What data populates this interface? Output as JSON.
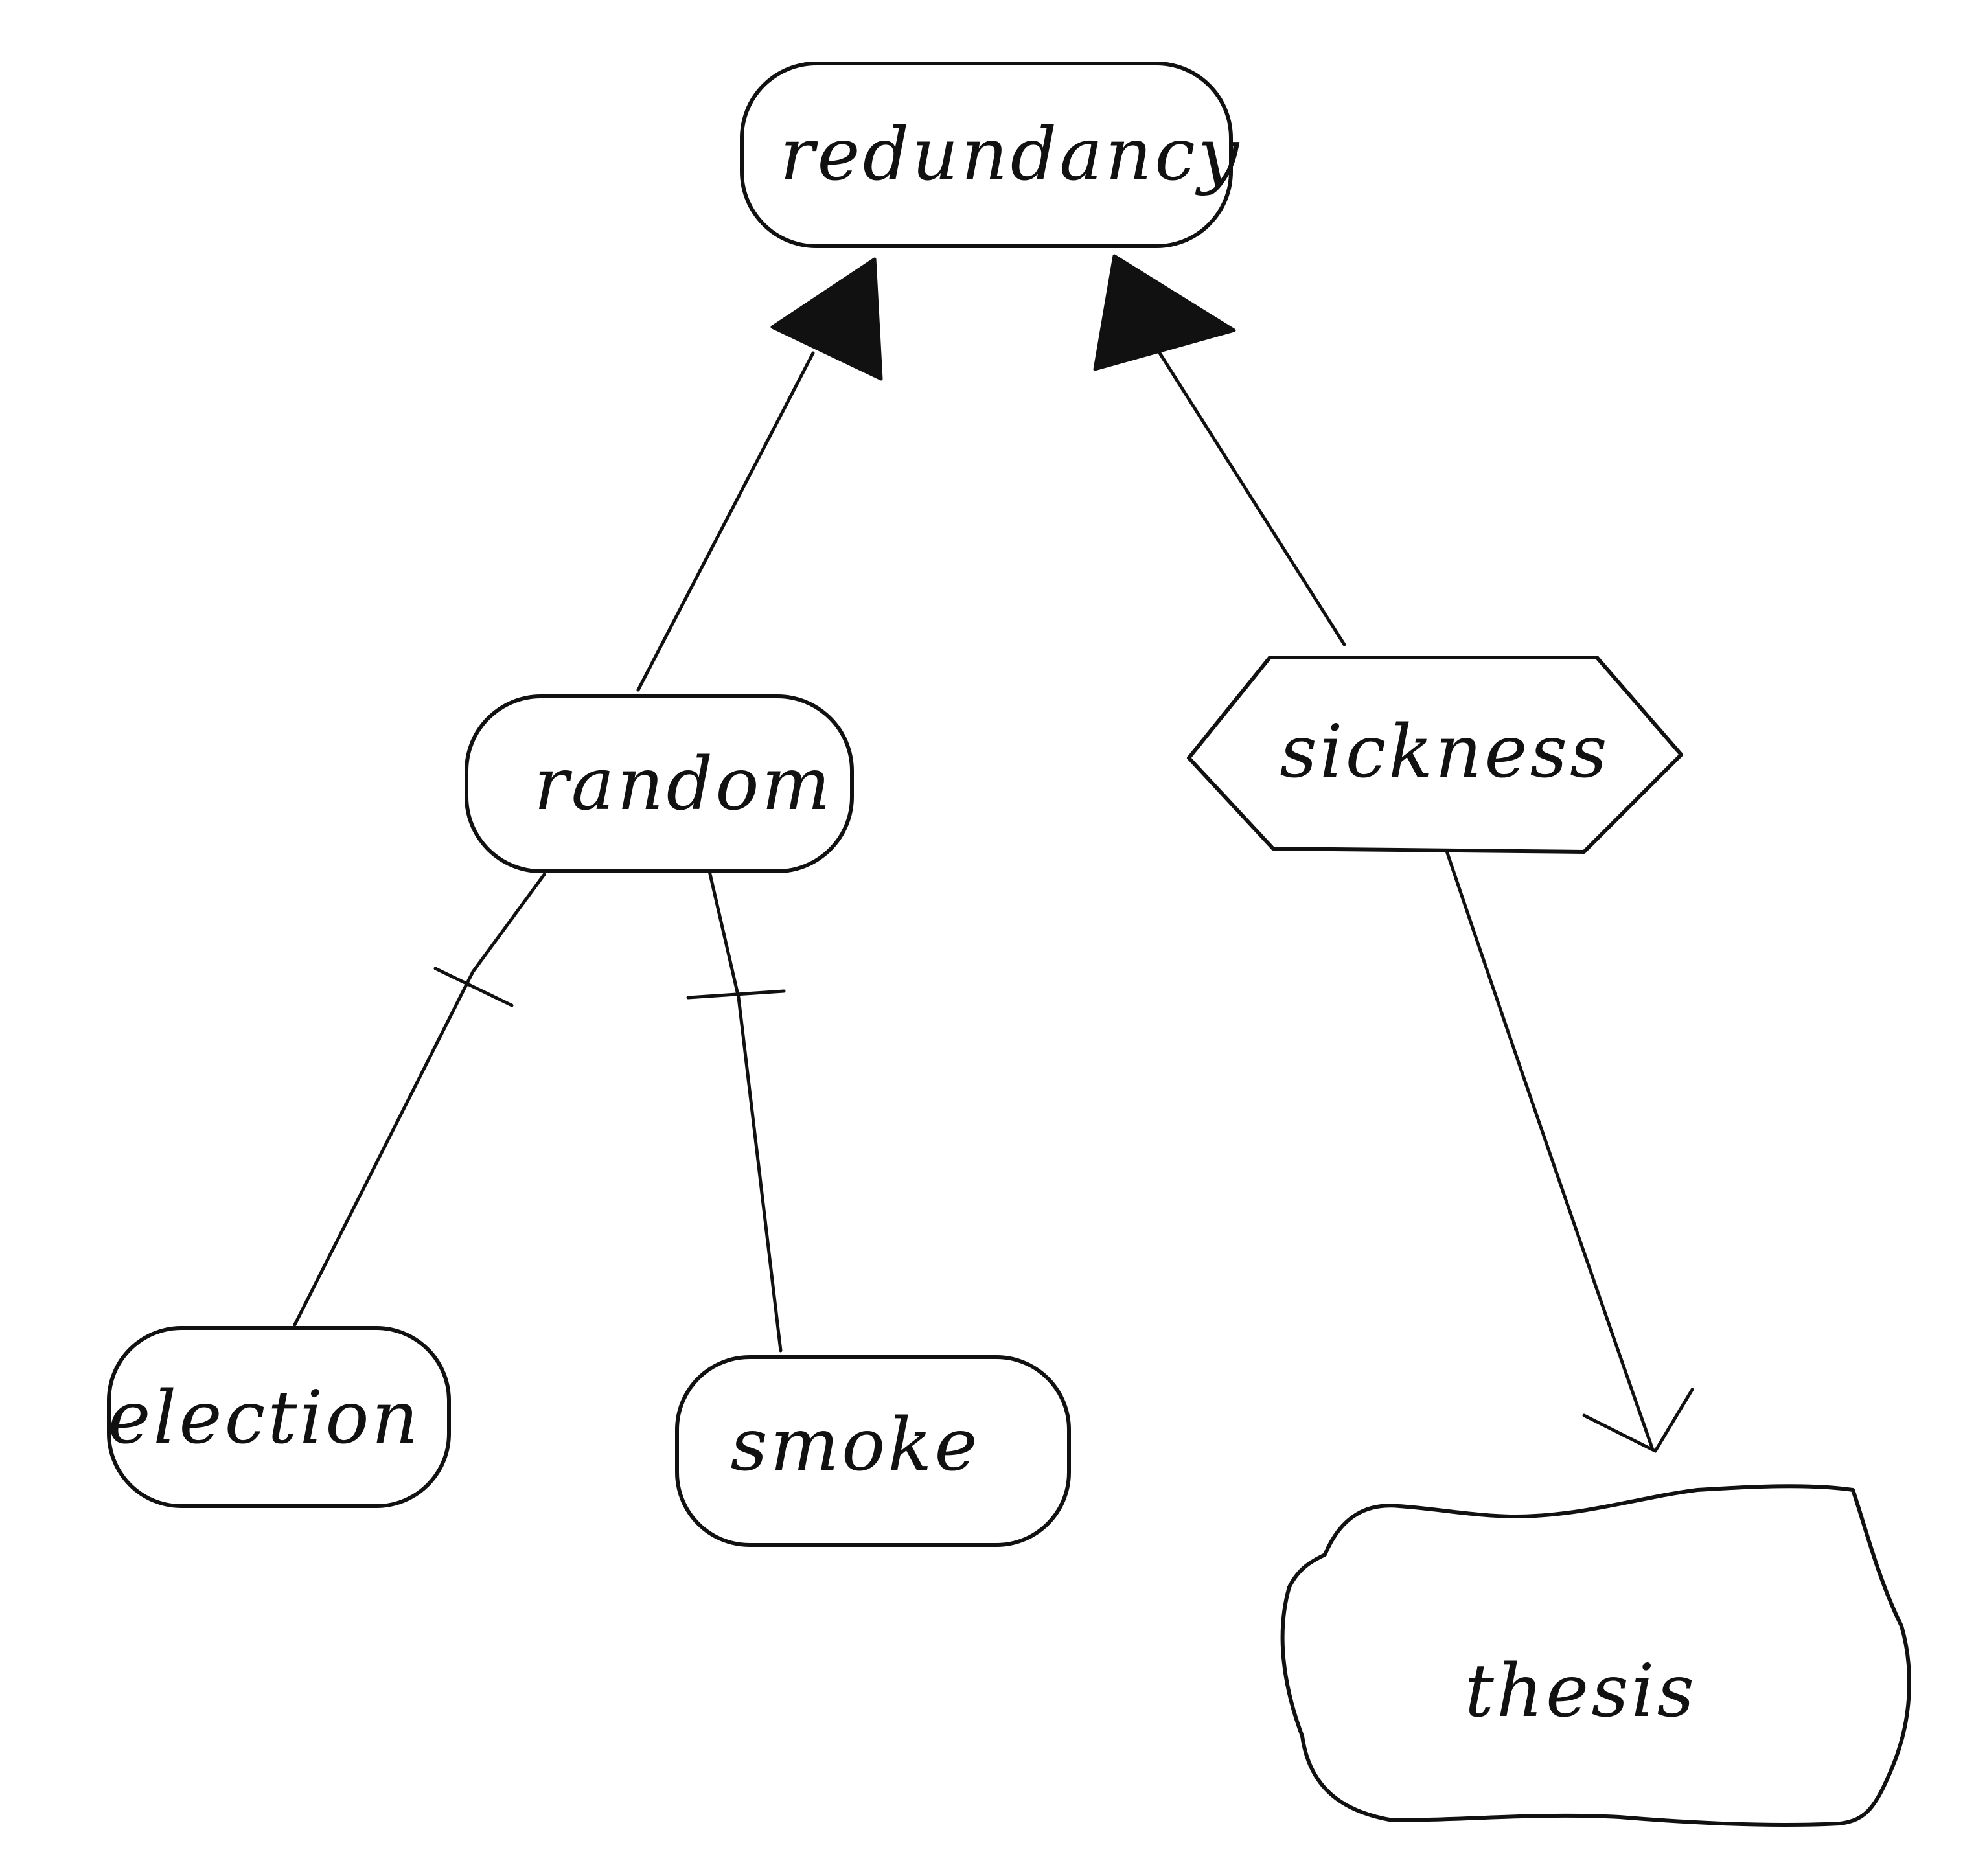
{
  "nodes": {
    "redundancy": {
      "label": "redundancy"
    },
    "random": {
      "label": "random"
    },
    "sickness": {
      "label": "sickness"
    },
    "election": {
      "label": "election"
    },
    "smoke": {
      "label": "smoke"
    },
    "thesis": {
      "label": "thesis"
    }
  },
  "edges": [
    {
      "from": "random",
      "to": "redundancy",
      "arrowhead": "filled-triangle"
    },
    {
      "from": "sickness",
      "to": "redundancy",
      "arrowhead": "filled-triangle"
    },
    {
      "from": "random",
      "to": "election",
      "marker": "crossbar"
    },
    {
      "from": "random",
      "to": "smoke",
      "marker": "crossbar"
    },
    {
      "from": "sickness",
      "to": "thesis",
      "arrowhead": "open-v"
    }
  ]
}
